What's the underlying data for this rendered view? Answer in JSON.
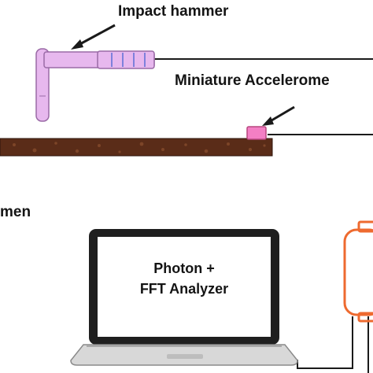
{
  "labels": {
    "impact_hammer": "Impact hammer",
    "accelerometer": "Miniature Accelerome",
    "specimen_fragment": "men",
    "screen_line1": "Photon +",
    "screen_line2": "FFT Analyzer"
  },
  "colors": {
    "hammer_fill": "#e7b8ee",
    "hammer_stroke": "#9a6aa6",
    "hammer_marks": "#5a6fd6",
    "accelerometer_fill": "#f37fc4",
    "accelerometer_stroke": "#b8477f",
    "specimen_fill": "#5a2c18",
    "specimen_speckle": "#7d4528",
    "amplifier_stroke": "#ee6a2f",
    "cable": "#1a1a1a",
    "laptop_body": "#d8d8d8",
    "laptop_bezel": "#1f1f1f",
    "screen": "#ffffff"
  },
  "icons": {
    "arrow": "arrow-icon",
    "laptop": "laptop-icon",
    "amplifier": "signal-conditioner-icon"
  }
}
